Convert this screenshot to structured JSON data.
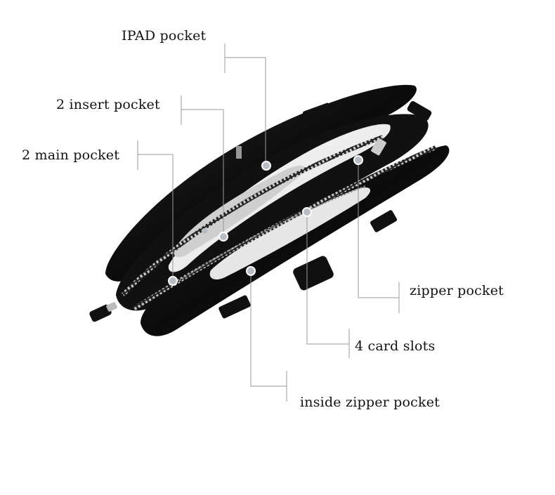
{
  "callouts": {
    "ipad_pocket": "IPAD pocket",
    "insert_pocket": "2 insert pocket",
    "main_pocket": "2 main pocket",
    "zipper_pocket": "zipper pocket",
    "card_slots": "4 card slots",
    "inside_zipper_pocket": "inside zipper pocket"
  },
  "colors": {
    "leader_line": "#9a9a9a",
    "marker_dot": "#b8bcc4",
    "leather": "#0d0d0d",
    "lining": "#f2f2f2"
  }
}
